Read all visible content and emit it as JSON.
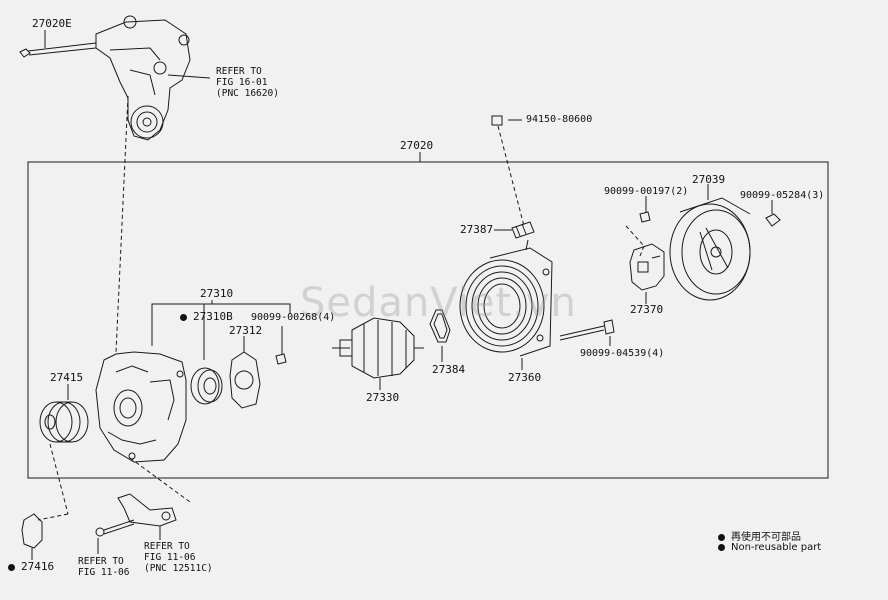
{
  "parts": {
    "p27020E": "27020E",
    "p27020": "27020",
    "p94150": "94150-80600",
    "p27039": "27039",
    "p90099_00197": "90099-00197(2)",
    "p90099_05284": "90099-05284(3)",
    "p27387": "27387",
    "p27370": "27370",
    "p90099_04539": "90099-04539(4)",
    "p27310": "27310",
    "p27310B": "27310B",
    "p90099_00268": "90099-00268(4)",
    "p27312": "27312",
    "p27384": "27384",
    "p27360": "27360",
    "p27415": "27415",
    "p27330": "27330",
    "p27416": "27416"
  },
  "refs": {
    "ref1": "REFER TO\nFIG 16-01\n(PNC 16620)",
    "ref2": "REFER TO\nFIG 11-06",
    "ref3": "REFER TO\nFIG 11-06\n(PNC 12511C)"
  },
  "legend": {
    "jp": "再使用不可部品",
    "en": "Non-reusable part"
  },
  "watermark": "SedanViet.vn"
}
